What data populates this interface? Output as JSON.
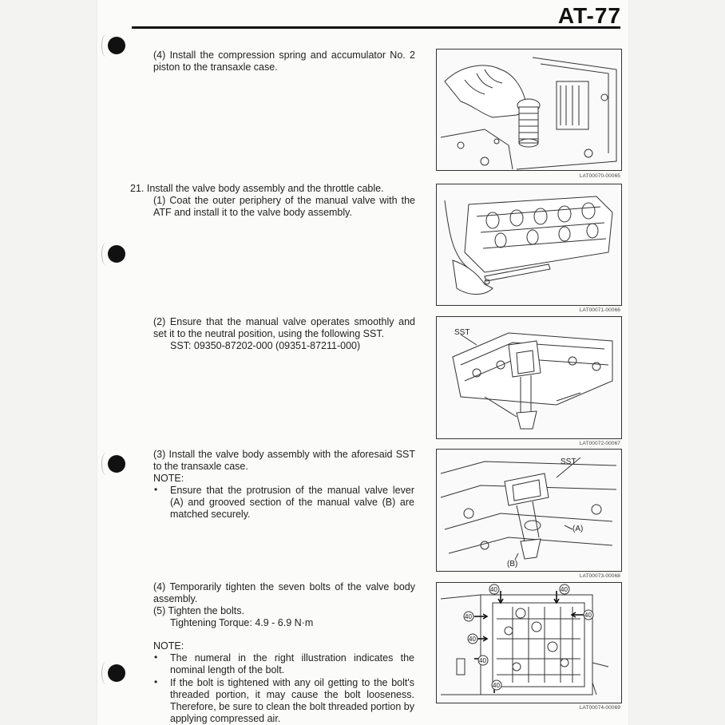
{
  "header": {
    "page_number": "AT-77"
  },
  "steps": {
    "s4_accum": "(4) Install the compression spring and accumulator No. 2 piston to the transaxle case.",
    "s21_title": "21. Install the valve body assembly and the throttle cable.",
    "s21_1": "(1) Coat the outer periphery of the manual valve with the ATF and install it to the valve body assembly.",
    "s21_2a": "(2) Ensure that the manual valve operates smoothly and set it to the neutral position, using the following SST.",
    "s21_2_sst": "SST: 09350-87202-000 (09351-87211-000)",
    "s21_3": "(3) Install the valve body assembly with the aforesaid SST to the transaxle case.",
    "note1_label": "NOTE:",
    "note1_item": "Ensure that the protrusion of the manual valve lever (A) and grooved section of the manual valve (B) are matched securely.",
    "s21_4": "(4) Temporarily tighten the seven bolts of the valve body assembly.",
    "s21_5": "(5) Tighten the bolts.",
    "torque": "Tightening Torque: 4.9 - 6.9 N·m",
    "note2_label": "NOTE:",
    "note2_item1": "The numeral in the right illustration indicates the nominal length of the bolt.",
    "note2_item2": "If the bolt is tightened with any oil getting to the bolt's threaded portion, it may cause the bolt looseness. Therefore, be sure to clean the bolt threaded portion by applying compressed air."
  },
  "figures": [
    {
      "caption": "LAT00070-00065"
    },
    {
      "caption": "LAT00071-00066"
    },
    {
      "caption": "LAT00072-00067",
      "label_sst": "SST"
    },
    {
      "caption": "LAT00073-00068",
      "label_sst": "SST",
      "label_a": "(A)",
      "label_b": "(B)"
    },
    {
      "caption": "LAT00074-00069",
      "bolt_label": "40"
    }
  ]
}
